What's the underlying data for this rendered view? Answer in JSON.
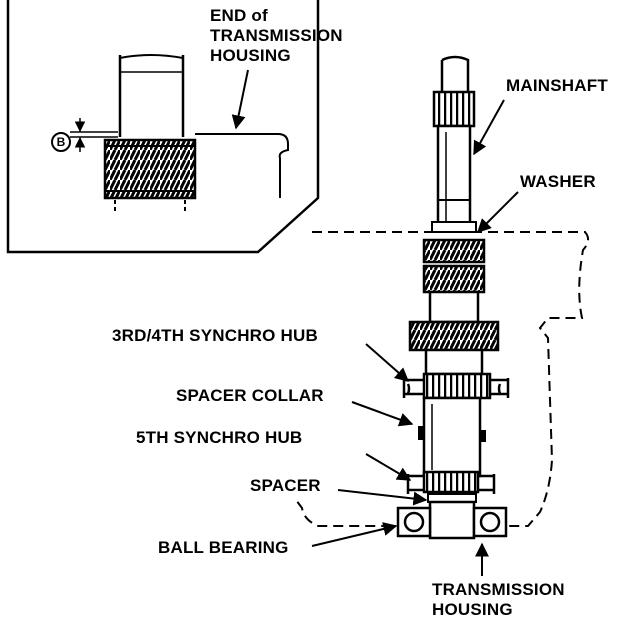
{
  "diagram": {
    "detail_label": {
      "line1": "END of",
      "line2": "TRANSMISSION",
      "line3": "HOUSING"
    },
    "clearance_marker": "B",
    "labels": {
      "mainshaft": "MAINSHAFT",
      "washer": "WASHER",
      "synchro_hub_3_4": "3RD/4TH SYNCHRO HUB",
      "spacer_collar": "SPACER COLLAR",
      "synchro_hub_5": "5TH SYNCHRO HUB",
      "spacer": "SPACER",
      "ball_bearing": "BALL BEARING",
      "housing_line1": "TRANSMISSION",
      "housing_line2": "HOUSING"
    }
  }
}
